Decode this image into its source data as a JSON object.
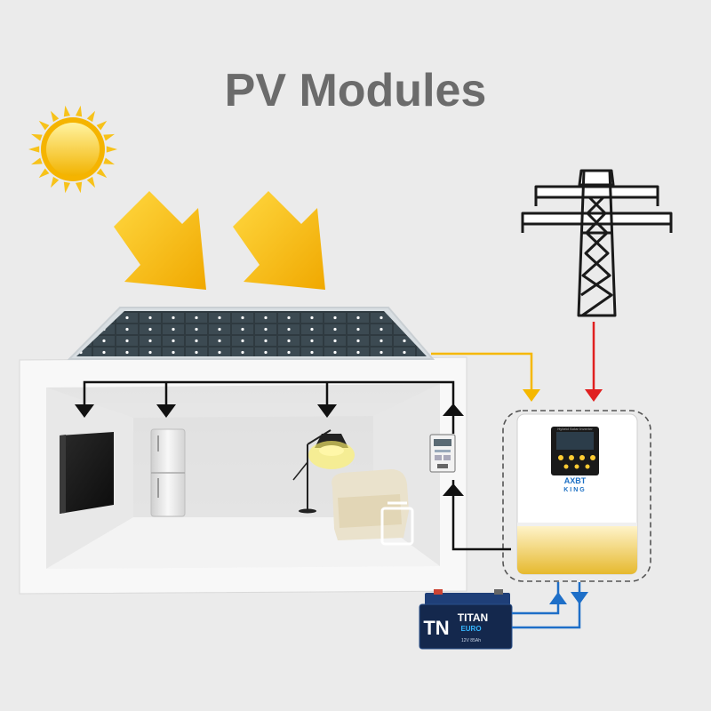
{
  "title": "PV Modules",
  "inverter": {
    "panel_text": "Hybrid Solar Inverter",
    "brand_line1": "AXBT",
    "brand_line2": "KING"
  },
  "battery": {
    "logo": "TN",
    "brand": "TITAN",
    "sub": "EURO",
    "spec": "12V 85Ah"
  },
  "icons": [
    "sun-icon",
    "sunlight-arrow-icon",
    "solar-panel-icon",
    "power-tower-icon",
    "tv-icon",
    "fridge-icon",
    "floor-lamp-icon",
    "sofa-icon",
    "electric-meter-icon",
    "inverter-icon",
    "battery-icon"
  ],
  "colors": {
    "background": "#ebebeb",
    "title": "#6b6b6b",
    "pv_line": "#f5b800",
    "grid_line": "#e02020",
    "battery_line": "#1e6fc8",
    "load_line": "#111111",
    "sun": "#f7c21a",
    "arrow": "#f5b400"
  }
}
